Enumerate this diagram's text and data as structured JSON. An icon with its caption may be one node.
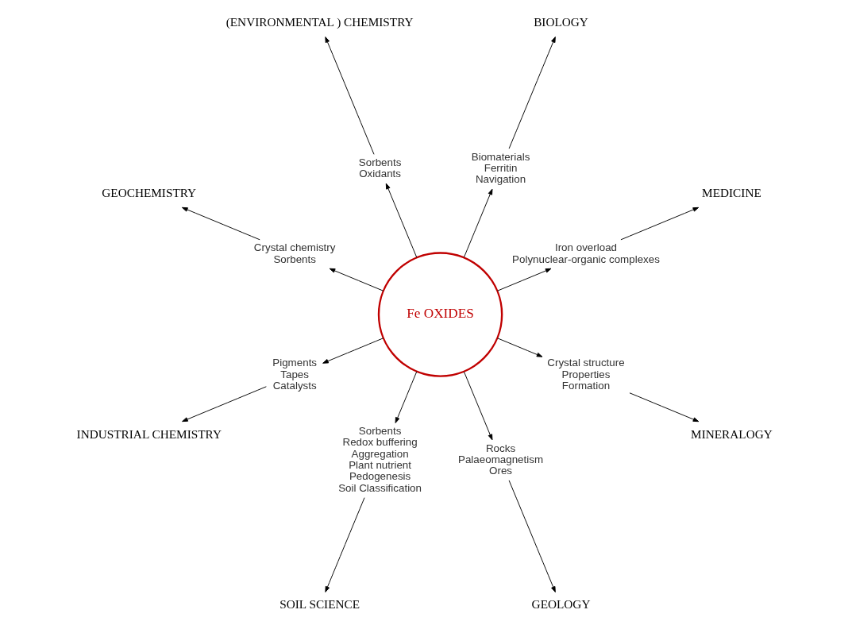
{
  "diagram": {
    "nodes": [
      {
        "text": [
          "Fe OXIDES"
        ]
      },
      {
        "text": [
          "MEDICINE"
        ]
      },
      {
        "text": [
          "Iron overload",
          "Polynuclear-organic complexes"
        ]
      },
      {
        "text": [
          "BIOLOGY"
        ]
      },
      {
        "text": [
          "Biomaterials",
          "Ferritin",
          "Navigation"
        ]
      },
      {
        "text": [
          "(ENVIRONMENTAL ) CHEMISTRY"
        ]
      },
      {
        "text": [
          "Sorbents",
          "Oxidants"
        ]
      },
      {
        "text": [
          "GEOCHEMISTRY"
        ]
      },
      {
        "text": [
          "Crystal chemistry",
          "Sorbents"
        ]
      },
      {
        "text": [
          "INDUSTRIAL CHEMISTRY"
        ]
      },
      {
        "text": [
          "Pigments",
          "Tapes",
          "Catalysts"
        ]
      },
      {
        "text": [
          "SOIL SCIENCE"
        ]
      },
      {
        "text": [
          "Sorbents",
          "Redox buffering",
          "Aggregation",
          "Plant nutrient",
          "Pedogenesis",
          "Soil Classification"
        ]
      },
      {
        "text": [
          "GEOLOGY"
        ]
      },
      {
        "text": [
          "Rocks",
          "Palaeomagnetism",
          "Ores"
        ]
      },
      {
        "text": [
          "MINERALOGY"
        ]
      },
      {
        "text": [
          "Crystal structure",
          "Properties",
          "Formation"
        ]
      }
    ],
    "edges": [
      {
        "from": 0,
        "to": 2,
        "arrow": "to"
      },
      {
        "from": 2,
        "to": 1,
        "arrow": "to"
      },
      {
        "from": 0,
        "to": 4,
        "arrow": "to"
      },
      {
        "from": 4,
        "to": 3,
        "arrow": "to"
      },
      {
        "from": 0,
        "to": 6,
        "arrow": "to"
      },
      {
        "from": 6,
        "to": 5,
        "arrow": "to"
      },
      {
        "from": 0,
        "to": 8,
        "arrow": "to"
      },
      {
        "from": 8,
        "to": 7,
        "arrow": "to"
      },
      {
        "from": 0,
        "to": 10,
        "arrow": "to"
      },
      {
        "from": 10,
        "to": 9,
        "arrow": "to"
      },
      {
        "from": 0,
        "to": 12,
        "arrow": "to"
      },
      {
        "from": 12,
        "to": 11,
        "arrow": "to"
      },
      {
        "from": 0,
        "to": 14,
        "arrow": "to"
      },
      {
        "from": 14,
        "to": 13,
        "arrow": "to"
      },
      {
        "from": 0,
        "to": 16,
        "arrow": "to"
      },
      {
        "from": 16,
        "to": 15,
        "arrow": "to"
      }
    ]
  }
}
